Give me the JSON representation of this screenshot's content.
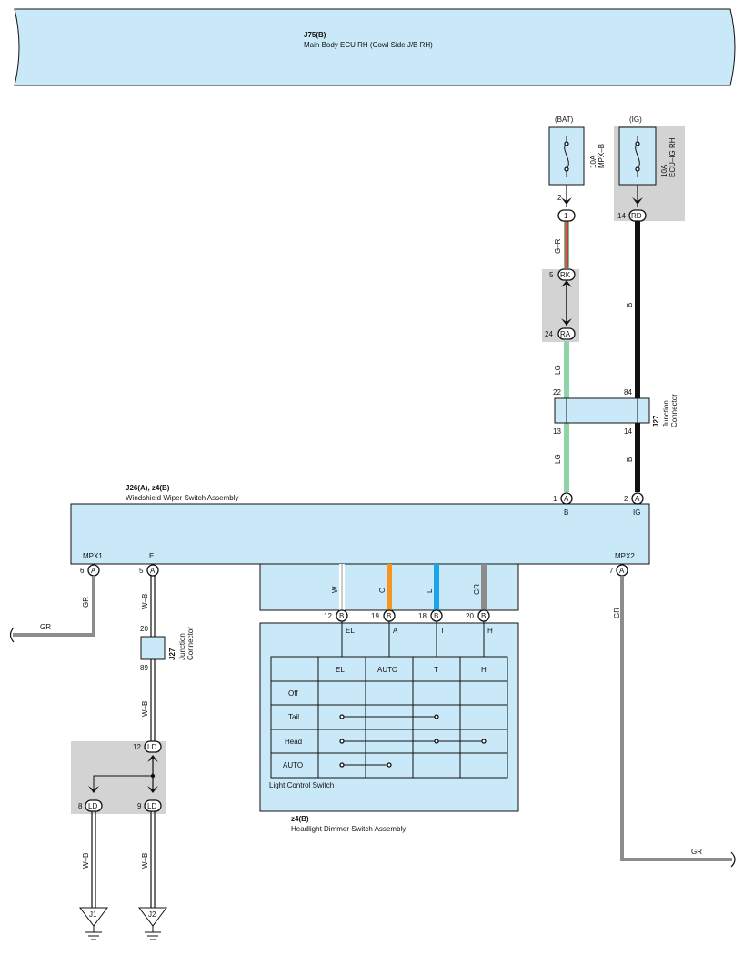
{
  "ecu": {
    "code": "J75(B)",
    "name": "Main Body ECU RH (Cowl Side J/B RH)"
  },
  "fuses": [
    {
      "source": "(BAT)",
      "rating": "10A",
      "name": "MPX–B"
    },
    {
      "source": "(IG)",
      "rating": "10A",
      "name": "ECU–IG RH"
    }
  ],
  "wiper": {
    "code": "J26(A), z4(B)",
    "name": "Windshield Wiper Switch Assembly"
  },
  "dimmer": {
    "code": "z4(B)",
    "name": "Headlight Dimmer Switch Assembly",
    "inner_label": "Light Control Switch"
  },
  "junction": {
    "code": "J27",
    "name_line1": "Junction",
    "name_line2": "Connector"
  },
  "pins": {
    "bat_out": "2",
    "jc1": "1",
    "rk": "5",
    "ra": "24",
    "ig_out": "14",
    "j27_top_left": "22",
    "j27_top_right": "84",
    "j27_bot_left": "13",
    "j27_bot_right": "14",
    "wiper_b": "1",
    "wiper_ig": "2",
    "wiper_mpx1": "6",
    "wiper_e": "5",
    "wiper_mpx2": "7",
    "el": "12",
    "auto": "19",
    "t": "18",
    "h": "20",
    "j27b_top": "20",
    "j27b_bot": "89",
    "ld_top": "12",
    "ld_left": "8",
    "ld_right": "9"
  },
  "connectors": {
    "a": "A",
    "b": "B",
    "one": "1",
    "rk": "RK",
    "ra": "RA",
    "rd": "RD",
    "ld": "LD"
  },
  "terminals": {
    "b": "B",
    "ig": "IG",
    "mpx1": "MPX1",
    "e": "E",
    "mpx2": "MPX2",
    "el": "EL",
    "a": "A",
    "t": "T",
    "h": "H"
  },
  "wires": {
    "gr": "G–R",
    "lg": "LG",
    "b": "B",
    "gr_gray": "GR",
    "wb": "W–B",
    "w": "W",
    "o": "O",
    "l": "L"
  },
  "grounds": [
    "J1",
    "J2"
  ],
  "switch_table": {
    "headers": [
      "EL",
      "AUTO",
      "T",
      "H"
    ],
    "rows": [
      "Off",
      "Tail",
      "Head",
      "AUTO"
    ]
  },
  "colors": {
    "component_fill": "#c9e9f8",
    "shade": "#d3d3d3",
    "wire_gray": "#8c8c8c",
    "wire_lg": "#8fd3a8",
    "wire_orange": "#f7941d",
    "wire_blue": "#1aa6e6",
    "wire_black": "#111111"
  }
}
